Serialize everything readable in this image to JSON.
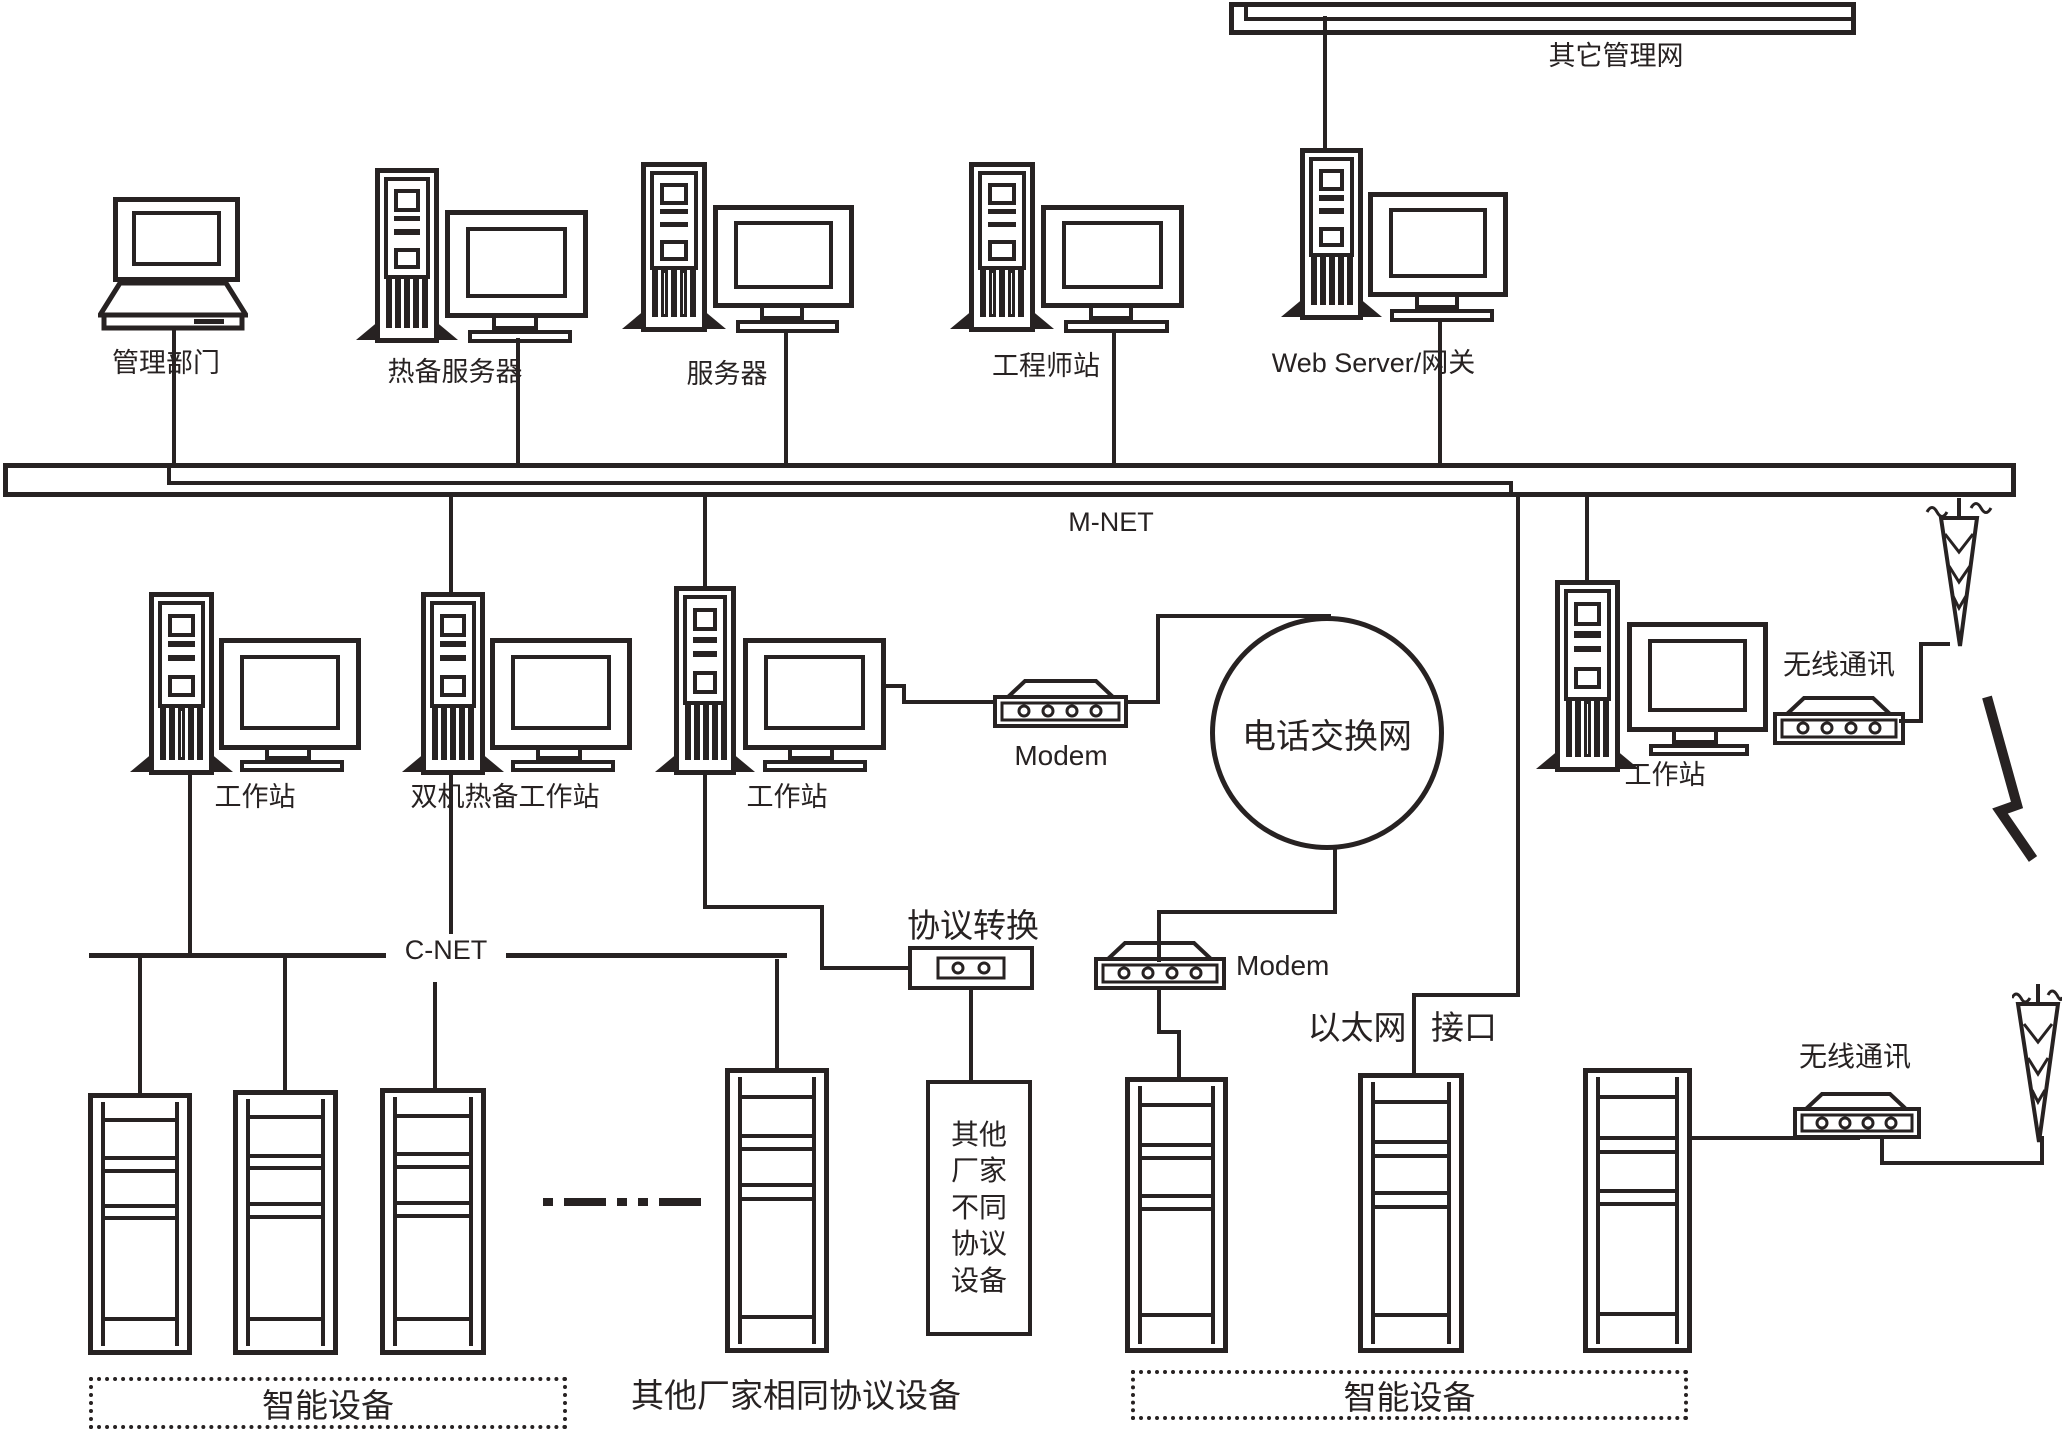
{
  "colors": {
    "ink": "#272222",
    "background": "#ffffff"
  },
  "buses": {
    "other_management_network": {
      "label": "其它管理网"
    },
    "m_net": {
      "label": "M-NET"
    },
    "c_net": {
      "label": "C-NET"
    }
  },
  "nodes": {
    "management_department": {
      "label": "管理部门"
    },
    "hot_standby_server": {
      "label": "热备服务器"
    },
    "server": {
      "label": "服务器"
    },
    "engineer_station": {
      "label": "工程师站"
    },
    "web_server_gateway": {
      "label": "Web Server/网关"
    },
    "workstation_left": {
      "label": "工作站"
    },
    "dual_hot_standby_workstation": {
      "label": "双机热备工作站"
    },
    "workstation_middle": {
      "label": "工作站"
    },
    "modem_upper": {
      "label": "Modem"
    },
    "telephone_switch_network": {
      "label": "电话交换网"
    },
    "workstation_right": {
      "label": "工作站"
    },
    "wireless_comm_upper": {
      "label": "无线通讯"
    },
    "protocol_conversion": {
      "label": "协议转换"
    },
    "modem_lower": {
      "label": "Modem"
    },
    "ethernet": {
      "label": "以太网"
    },
    "interface": {
      "label": "接口"
    },
    "other_vendor_different_protocol_device": {
      "label": "其他\n厂家\n不同\n协议\n设备"
    },
    "wireless_comm_lower": {
      "label": "无线通讯"
    },
    "smart_devices_left": {
      "label": "智能设备"
    },
    "other_vendor_same_protocol_device": {
      "label": "其他厂家相同协议设备"
    },
    "smart_devices_right": {
      "label": "智能设备"
    }
  }
}
